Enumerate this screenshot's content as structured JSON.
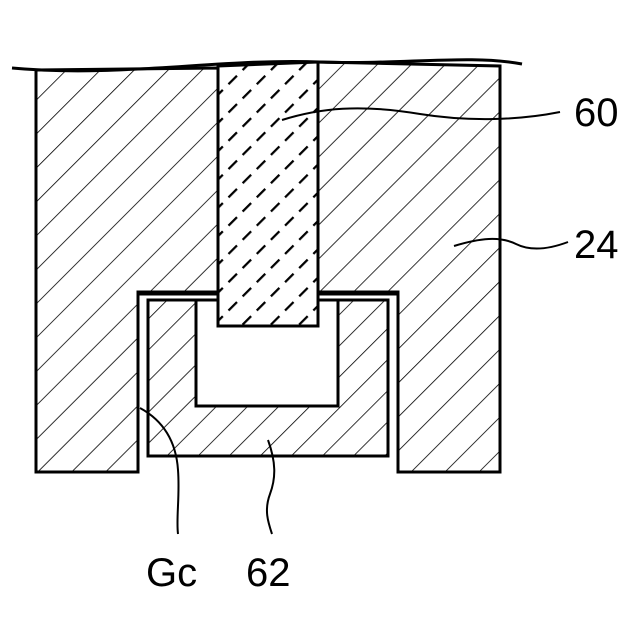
{
  "figure": {
    "labels": {
      "insert": "60",
      "housing": "24",
      "gap": "Gc",
      "sleeve": "62"
    }
  },
  "colors": {
    "line": "#000000",
    "background": "#ffffff"
  }
}
